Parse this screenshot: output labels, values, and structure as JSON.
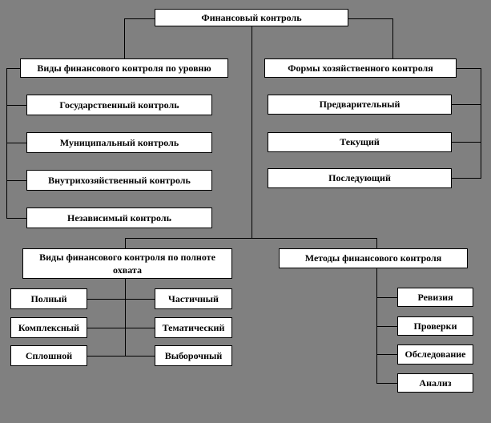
{
  "canvas": {
    "background_color": "#808080",
    "box_fill_color": "#ffffff",
    "line_color": "#000000",
    "text_color": "#000000"
  },
  "root": {
    "label": "Финансовый контроль"
  },
  "level_branch": {
    "header": "Виды финансового контроля по уровню",
    "items": [
      "Государственный контроль",
      "Муниципальный контроль",
      "Внутрихозяйственный контроль",
      "Независимый контроль"
    ]
  },
  "forms_branch": {
    "header": "Формы хозяйственного контроля",
    "items": [
      "Предварительный",
      "Текущий",
      "Последующий"
    ]
  },
  "coverage_branch": {
    "header": "Виды финансового контроля по полноте охвата",
    "left_items": [
      "Полный",
      "Комплексный",
      "Сплошной"
    ],
    "right_items": [
      "Частичный",
      "Тематический",
      "Выборочный"
    ]
  },
  "methods_branch": {
    "header": "Методы финансового контроля",
    "items": [
      "Ревизия",
      "Проверки",
      "Обследование",
      "Анализ"
    ]
  }
}
